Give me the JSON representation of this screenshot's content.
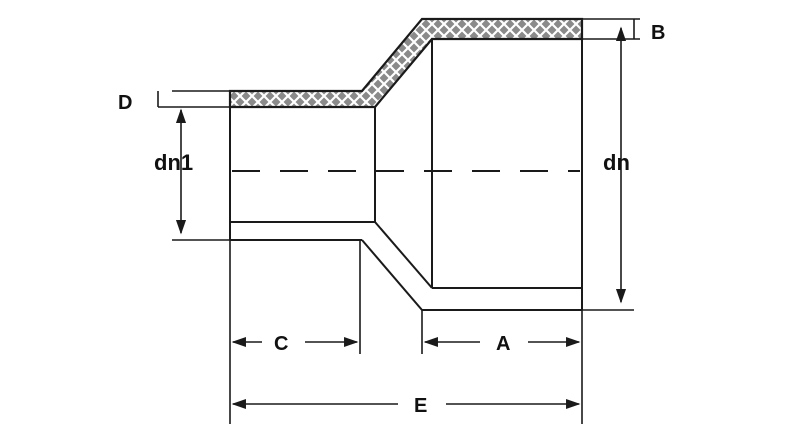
{
  "diagram": {
    "labels": {
      "A": "A",
      "B": "B",
      "C": "C",
      "D": "D",
      "E": "E",
      "dn": "dn",
      "dn1": "dn1"
    },
    "colors": {
      "line": "#1a1a1a",
      "hatch_fill": "#8a8a8a",
      "hatch_line": "#ffffff",
      "background": "#ffffff"
    }
  }
}
